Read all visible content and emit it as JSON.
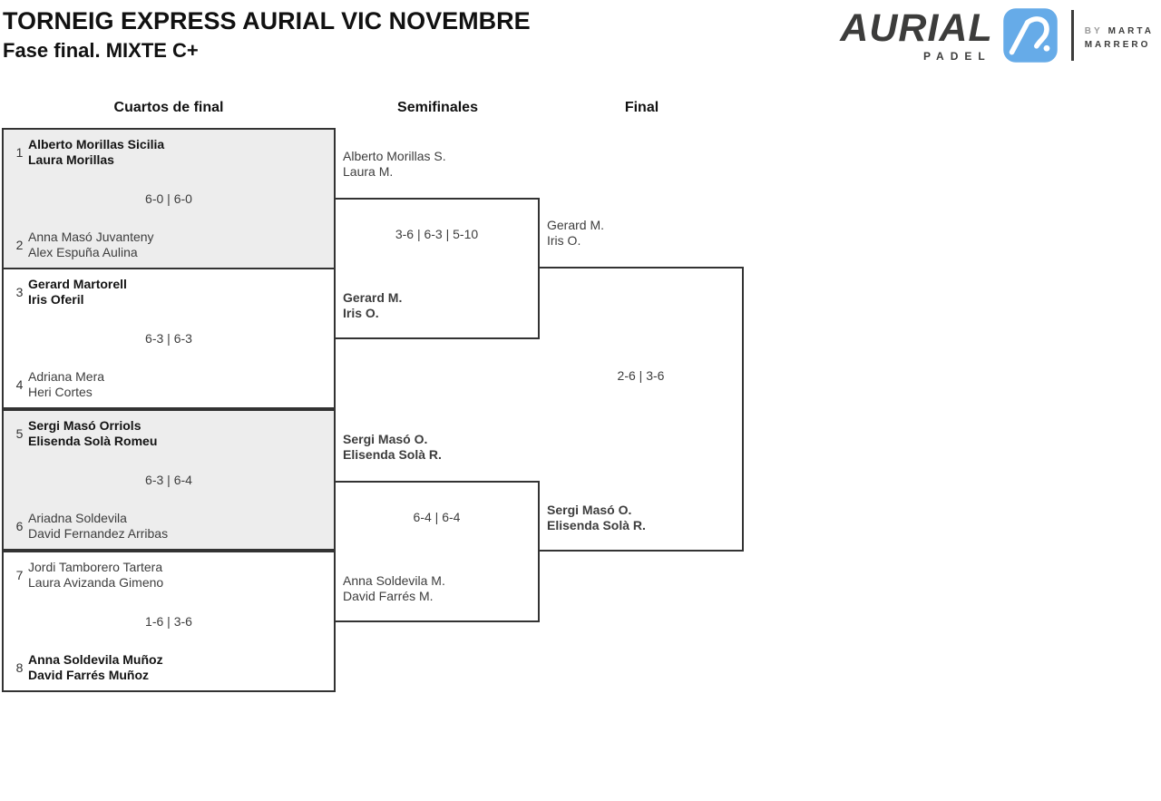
{
  "meta": {
    "title": "TORNEIG EXPRESS AURIAL VIC NOVEMBRE",
    "subtitle": "Fase final. MIXTE C+"
  },
  "logo": {
    "brand": "AURIAL",
    "sub": "PADEL",
    "by_prefix": "BY",
    "by_line1": "MARTA",
    "by_line2": "MARRERO"
  },
  "columns": {
    "quarterfinals": "Cuartos de final",
    "semifinals": "Semifinales",
    "final": "Final"
  },
  "bracket": {
    "quarterfinals": [
      {
        "seed_a": "1",
        "team_a": [
          "Alberto Morillas Sicilia",
          "Laura Morillas"
        ],
        "a_winner": true,
        "score": "6-0 | 6-0",
        "seed_b": "2",
        "team_b": [
          "Anna Masó Juvanteny",
          "Alex Espuña Aulina"
        ],
        "b_winner": false
      },
      {
        "seed_a": "3",
        "team_a": [
          "Gerard Martorell",
          "Iris Oferil"
        ],
        "a_winner": true,
        "score": "6-3 | 6-3",
        "seed_b": "4",
        "team_b": [
          "Adriana Mera",
          "Heri Cortes"
        ],
        "b_winner": false
      },
      {
        "seed_a": "5",
        "team_a": [
          "Sergi Masó Orriols",
          "Elisenda Solà Romeu"
        ],
        "a_winner": true,
        "score": "6-3 | 6-4",
        "seed_b": "6",
        "team_b": [
          "Ariadna Soldevila",
          "David Fernandez Arribas"
        ],
        "b_winner": false
      },
      {
        "seed_a": "7",
        "team_a": [
          "Jordi Tamborero Tartera",
          "Laura Avizanda Gimeno"
        ],
        "a_winner": false,
        "score": "1-6 | 3-6",
        "seed_b": "8",
        "team_b": [
          "Anna Soldevila Muñoz",
          "David Farrés Muñoz"
        ],
        "b_winner": true
      }
    ],
    "semifinals": [
      {
        "team_a": [
          "Alberto Morillas S.",
          "Laura M."
        ],
        "a_winner": false,
        "score": "3-6 | 6-3 | 5-10",
        "team_b": [
          "Gerard M.",
          "Iris O."
        ],
        "b_winner": true
      },
      {
        "team_a": [
          "Sergi Masó O.",
          "Elisenda Solà R."
        ],
        "a_winner": true,
        "score": "6-4 | 6-4",
        "team_b": [
          "Anna Soldevila M.",
          "David Farrés M."
        ],
        "b_winner": false
      }
    ],
    "final": {
      "team_a": [
        "Gerard M.",
        "Iris O."
      ],
      "a_winner": false,
      "score": "2-6 | 3-6",
      "winner": [
        "Sergi Masó O.",
        "Elisenda Solà R."
      ],
      "winner_bold": true
    }
  },
  "colors": {
    "brand_blue": "#66ABE8",
    "logo_dark": "#3C3C3B",
    "shaded_match_bg": "#EDEDED",
    "border": "#333333",
    "text_normal": "#3D3D3D",
    "text_winner": "#141414"
  }
}
